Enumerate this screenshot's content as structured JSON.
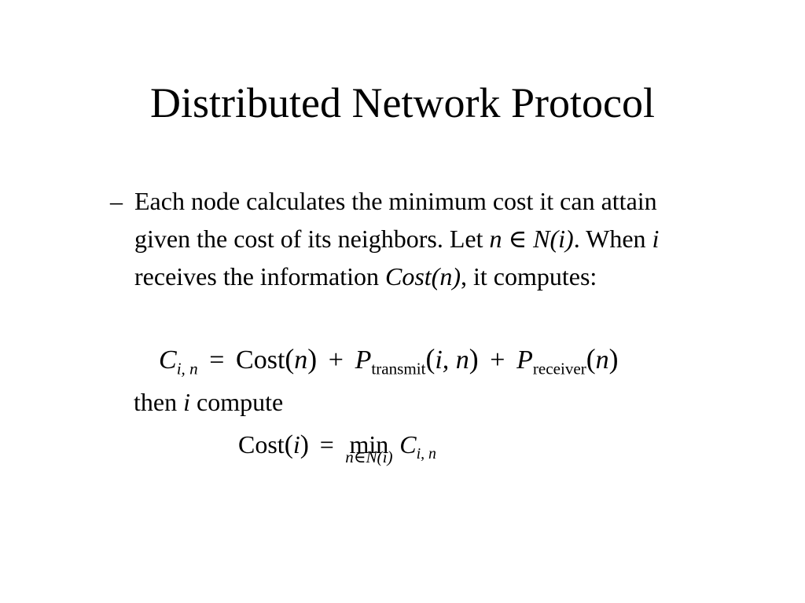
{
  "slide": {
    "title": "Distributed Network Protocol"
  },
  "bullet": {
    "dash": "–",
    "text_1": "Each node calculates the minimum cost it can attain given the cost of its neighbors. Let ",
    "var_n": "n",
    "elem_symbol": " ∈ ",
    "set_Ni": "N(i)",
    "text_2": ". When ",
    "var_i": "i",
    "text_3": " receives the information ",
    "cost_n": "Cost(n)",
    "text_4": ", it computes:"
  },
  "equation1": {
    "lhs_var": "C",
    "lhs_sub": "i, n",
    "equals": "=",
    "cost": "Cost",
    "open1": "(",
    "arg1": "n",
    "close1": ")",
    "plus1": "+",
    "p1": "P",
    "p1_sub": "transmit",
    "open2": "(",
    "arg2": "i, n",
    "close2": ")",
    "plus2": "+",
    "p2": "P",
    "p2_sub": "receiver",
    "open3": "(",
    "arg3": "n",
    "close3": ")"
  },
  "then_line": {
    "text_1": "then ",
    "var_i": "i",
    "text_2": " compute"
  },
  "equation2": {
    "cost": "Cost",
    "open": "(",
    "arg": "i",
    "close": ")",
    "equals": "=",
    "min": "min",
    "min_under": "n∈N(i)",
    "rhs_var": "C",
    "rhs_sub": "i, n"
  }
}
